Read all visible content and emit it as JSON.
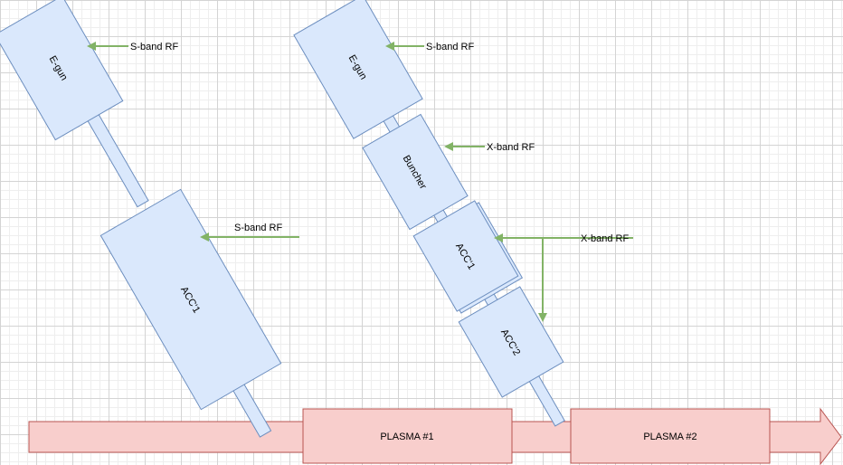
{
  "left_column": {
    "egun_label": "E-gun",
    "egun_rf_label": "S-band RF",
    "acc1_label": "ACC'1",
    "acc1_rf_label": "S-band RF"
  },
  "right_column": {
    "egun_label": "E-gun",
    "egun_rf_label": "S-band RF",
    "buncher_label": "Buncher",
    "buncher_rf_label": "X-band RF",
    "acc1_label": "ACC'1",
    "acc2_label": "ACC'2",
    "acc_rf_label": "X-band RF"
  },
  "plasma": {
    "plasma1_label": "PLASMA #1",
    "plasma2_label": "PLASMA #2"
  },
  "colors": {
    "component_fill": "#dae8fc",
    "component_stroke": "#6c8ebf",
    "plasma_fill": "#f8cecc",
    "plasma_stroke": "#b85450",
    "rf_arrow": "#82b366"
  }
}
